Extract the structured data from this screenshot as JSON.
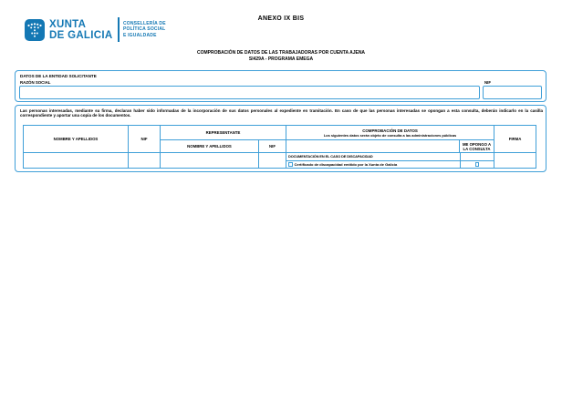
{
  "header": {
    "anexo": "ANEXO IX BIS",
    "title_line1": "COMPROBACIÓN DE DATOS DE LAS TRABAJADORAS POR CUENTA AJENA",
    "title_line2": "SI429A - PROGRAMA EMEGA"
  },
  "logo": {
    "brand_line1": "XUNTA",
    "brand_line2": "DE GALICIA",
    "department_line1": "CONSELLERÍA DE",
    "department_line2": "POLÍTICA SOCIAL",
    "department_line3": "E IGUALDADE"
  },
  "entity_box": {
    "heading": "DATOS DE LA ENTIDAD SOLICITANTE",
    "razon_social_label": "RAZÓN SOCIAL",
    "razon_social_value": "",
    "nif_label": "NIF",
    "nif_value": ""
  },
  "consent_box": {
    "paragraph": "Las personas interesadas, mediante su firma, declaran haber sido informadas de la incorporación de sus datos personales al expediente en tramitación. En caso de que las personas interesadas se opongan a esta consulta, deberán indicarlo en la casilla correspondiente y aportar una copia de los documentos."
  },
  "table": {
    "headers": {
      "nombre_apellidos": "NOMBRE Y APELLIDOS",
      "nif": "NIF",
      "representante": "REPRESENTANTE",
      "rep_nombre_apellidos": "NOMBRE Y APELLIDOS",
      "rep_nif": "NIF",
      "comprobacion_title": "COMPROBACIÓN DE DATOS",
      "comprobacion_subtitle": "Los siguientes datos serán objeto de consulta a las administraciones públicas",
      "me_opongo": "ME OPONGO A LA CONSULTA",
      "firma": "FIRMA"
    },
    "row": {
      "nombre_apellidos": "",
      "nif": "",
      "rep_nombre_apellidos": "",
      "rep_nif": "",
      "seccion_label": "DOCUMENTACIÓN EN EL CASO DE DISCAPACIDAD",
      "consulta_item": "Certificado de discapacidad emitido por la Xunta de Galicia",
      "consulta_checked": false,
      "opongo_checked": false,
      "firma": ""
    }
  },
  "colors": {
    "border_blue": "#3f9fd8",
    "logo_blue": "#1478b4",
    "text_black": "#000000"
  }
}
